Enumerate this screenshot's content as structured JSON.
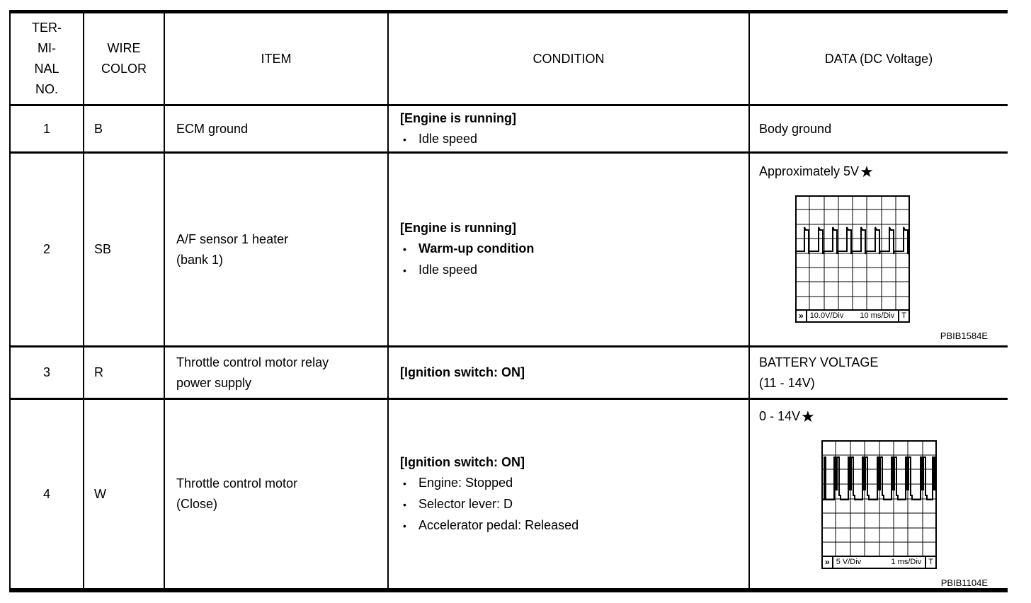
{
  "ui": {
    "bullet_char": "•",
    "star_char": "★"
  },
  "table": {
    "headers": {
      "terminal": "TER-\nMI-\nNAL\nNO.",
      "wire_color": "WIRE\nCOLOR",
      "item": "ITEM",
      "condition": "CONDITION",
      "data": "DATA (DC Voltage)"
    },
    "rows": [
      {
        "terminal": "1",
        "wire_color": "B",
        "item": "ECM ground",
        "condition": {
          "state": "[Engine is running]",
          "bullets": [
            {
              "text": "Idle speed",
              "bold": false
            }
          ]
        },
        "data": {
          "text": "Body ground"
        }
      },
      {
        "terminal": "2",
        "wire_color": "SB",
        "item": "A/F sensor 1 heater\n(bank 1)",
        "condition": {
          "state": "[Engine is running]",
          "bullets": [
            {
              "text": "Warm-up condition",
              "bold": true
            },
            {
              "text": "Idle speed",
              "bold": false
            }
          ]
        },
        "data": {
          "label": "Approximately 5V",
          "star": "★",
          "scope": {
            "type": "pulse-train",
            "arrow": "»",
            "v_div": "10.0V/Div",
            "t_div": "10 ms/Div",
            "trigger": "T",
            "grid": "8x8"
          },
          "figure_id": "PBIB1584E"
        }
      },
      {
        "terminal": "3",
        "wire_color": "R",
        "item": "Throttle control motor relay\npower supply",
        "condition": {
          "state": "[Ignition switch: ON]",
          "bullets": []
        },
        "data": {
          "text": "BATTERY VOLTAGE\n(11 - 14V)"
        }
      },
      {
        "terminal": "4",
        "wire_color": "W",
        "item": "Throttle control motor\n(Close)",
        "condition": {
          "state": "[Ignition switch: ON]",
          "bullets": [
            {
              "text": "Engine: Stopped",
              "bold": false
            },
            {
              "text": "Selector lever: D",
              "bold": false
            },
            {
              "text": "Accelerator pedal: Released",
              "bold": false
            }
          ]
        },
        "data": {
          "label": "0 - 14V",
          "star": "★",
          "scope": {
            "type": "pulse-train",
            "arrow": "»",
            "v_div": "5 V/Div",
            "t_div": "1 ms/Div",
            "trigger": "T",
            "grid": "8x8"
          },
          "figure_id": "PBIB1104E"
        }
      }
    ]
  }
}
